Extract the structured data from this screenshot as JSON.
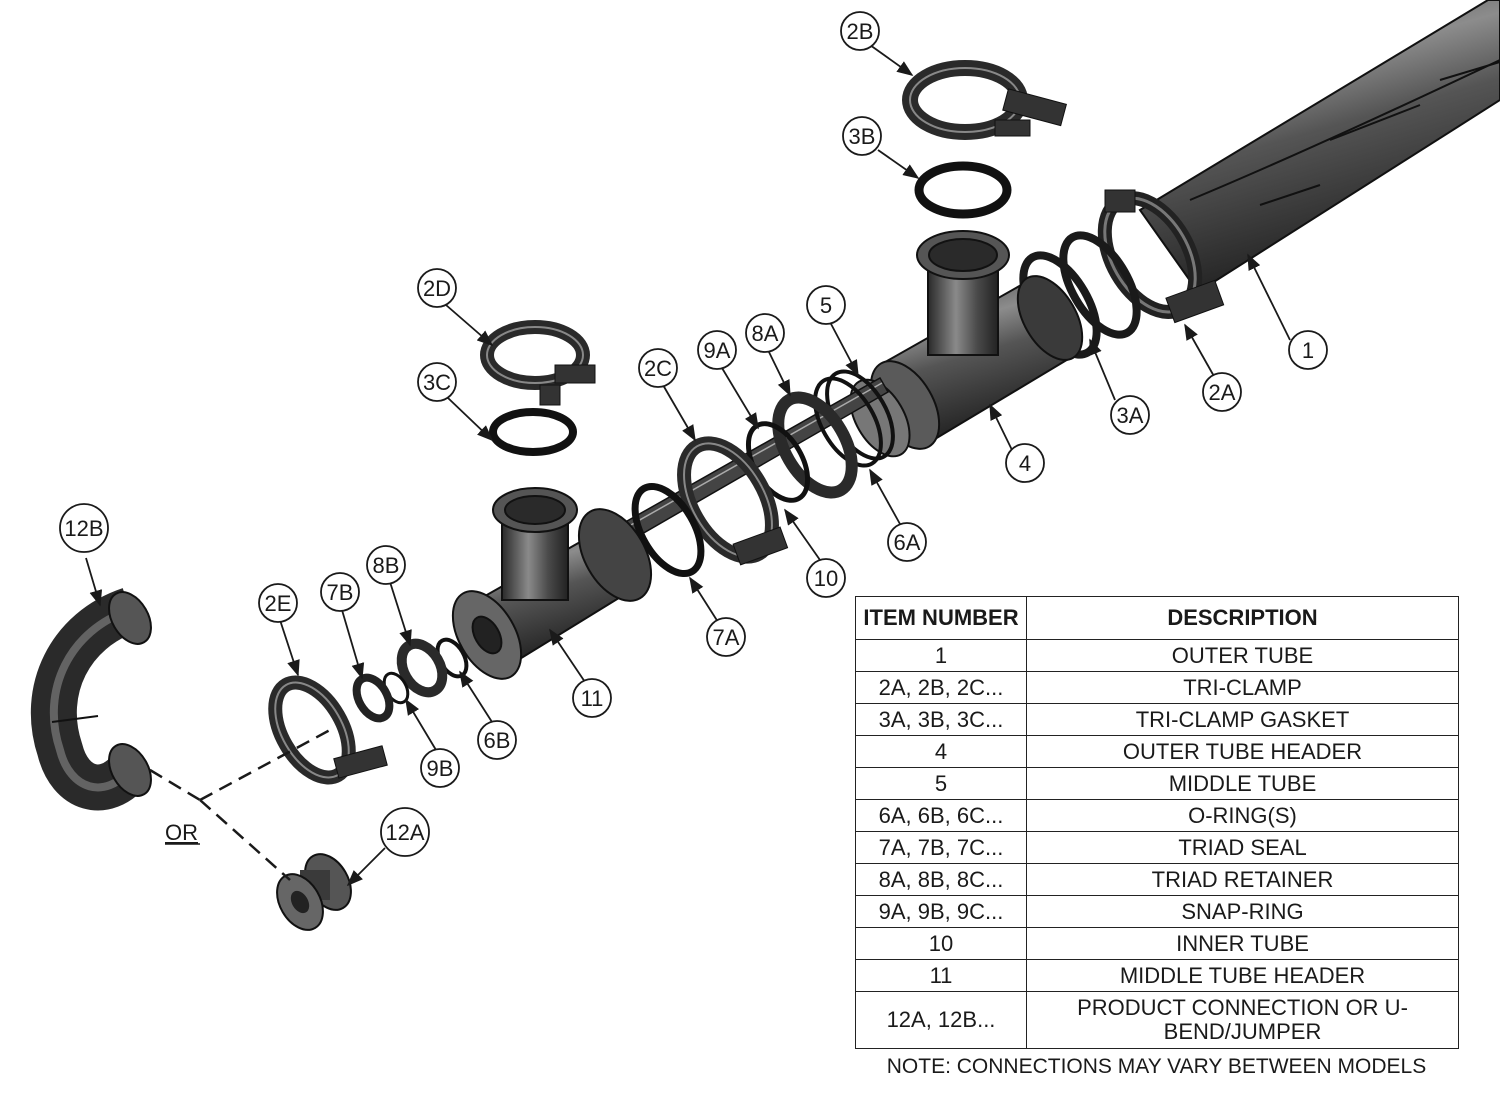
{
  "callouts": {
    "c1": "1",
    "c2a": "2A",
    "c2b": "2B",
    "c2c": "2C",
    "c2d": "2D",
    "c2e": "2E",
    "c3a": "3A",
    "c3b": "3B",
    "c3c": "3C",
    "c4": "4",
    "c5": "5",
    "c6a": "6A",
    "c6b": "6B",
    "c7a": "7A",
    "c7b": "7B",
    "c8a": "8A",
    "c8b": "8B",
    "c9a": "9A",
    "c9b": "9B",
    "c10": "10",
    "c11": "11",
    "c12a": "12A",
    "c12b": "12B"
  },
  "or_label": "OR",
  "table": {
    "headers": [
      "ITEM NUMBER",
      "DESCRIPTION"
    ],
    "rows": [
      {
        "item": "1",
        "description": "OUTER TUBE"
      },
      {
        "item": "2A, 2B, 2C...",
        "description": "TRI-CLAMP"
      },
      {
        "item": "3A, 3B, 3C...",
        "description": "TRI-CLAMP GASKET"
      },
      {
        "item": "4",
        "description": "OUTER TUBE HEADER"
      },
      {
        "item": "5",
        "description": "MIDDLE TUBE"
      },
      {
        "item": "6A, 6B, 6C...",
        "description": "O-RING(S)"
      },
      {
        "item": "7A, 7B, 7C...",
        "description": "TRIAD SEAL"
      },
      {
        "item": "8A, 8B, 8C...",
        "description": "TRIAD RETAINER"
      },
      {
        "item": "9A, 9B, 9C...",
        "description": "SNAP-RING"
      },
      {
        "item": "10",
        "description": "INNER TUBE"
      },
      {
        "item": "11",
        "description": "MIDDLE TUBE HEADER"
      },
      {
        "item": "12A, 12B...",
        "description": "PRODUCT CONNECTION OR U-BEND/JUMPER"
      }
    ]
  },
  "note": "NOTE: CONNECTIONS MAY VARY BETWEEN MODELS",
  "colors": {
    "metal_dark": "#2b2b2b",
    "metal_mid": "#555555",
    "metal_light": "#9a9a9a",
    "line": "#1a1a1a"
  }
}
